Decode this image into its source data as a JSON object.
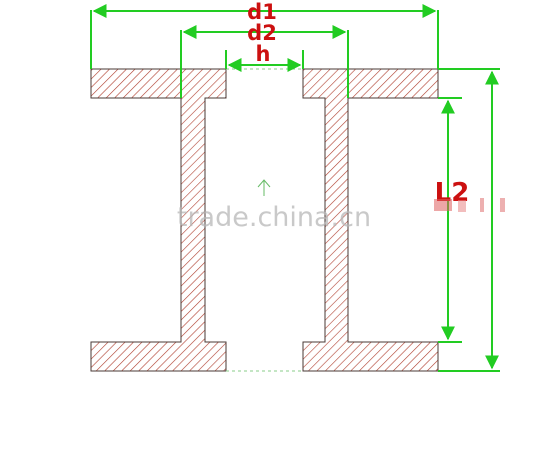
{
  "labels": {
    "d1": "d1",
    "d2": "d2",
    "h": "h",
    "l2": "L2"
  },
  "watermark": "trade.china.cn",
  "colors": {
    "dimension": "#22cc22",
    "label": "#cc1010",
    "hatch": "#b04030",
    "outline": "#4a3a36",
    "dashed": "#88cc88"
  },
  "icons": {
    "center_mark": "arrow-up-icon"
  }
}
